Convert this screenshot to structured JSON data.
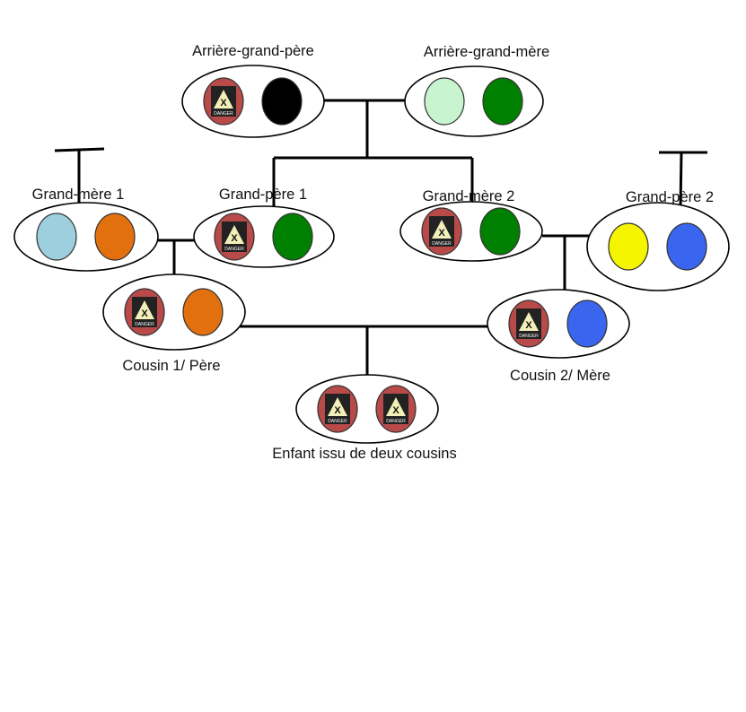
{
  "people": [
    {
      "id": "arriere-grand-pere",
      "label": "Arrière-grand-père",
      "alleles": [
        "danger",
        "#000000"
      ]
    },
    {
      "id": "arriere-grand-mere",
      "label": "Arrière-grand-mère",
      "alleles": [
        "#c8f5cf",
        "#008000"
      ]
    },
    {
      "id": "grand-mere-1",
      "label": "Grand-mère 1",
      "alleles": [
        "#9dcfdf",
        "#e2700e"
      ]
    },
    {
      "id": "grand-pere-1",
      "label": "Grand-père 1",
      "alleles": [
        "danger",
        "#008000"
      ]
    },
    {
      "id": "grand-mere-2",
      "label": "Grand-mère 2",
      "alleles": [
        "danger",
        "#008000"
      ]
    },
    {
      "id": "grand-pere-2",
      "label": "Grand-père 2",
      "alleles": [
        "#f5f500",
        "#3a66ef"
      ]
    },
    {
      "id": "cousin-1-pere",
      "label": "Cousin 1/ Père",
      "alleles": [
        "danger",
        "#e2700e"
      ]
    },
    {
      "id": "cousin-2-mere",
      "label": "Cousin 2/ Mère",
      "alleles": [
        "danger",
        "#3a66ef"
      ]
    },
    {
      "id": "enfant",
      "label": "Enfant issu de deux cousins",
      "alleles": [
        "danger",
        "danger"
      ]
    }
  ],
  "danger_sign": {
    "symbol": "X",
    "text": "DANGER",
    "disc_color": "#b94a4a",
    "plate_color": "#222222",
    "triangle_color": "#f3efb8"
  }
}
